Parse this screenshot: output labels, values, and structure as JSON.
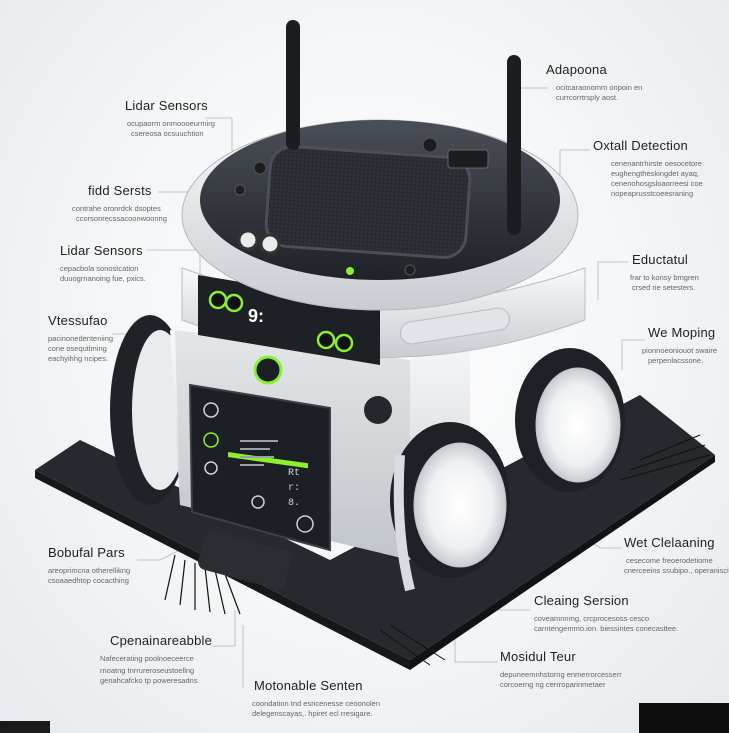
{
  "callouts": {
    "lidar_top": {
      "title": "Lidar Sensors",
      "desc": [
        "ocupaorm onmoooeurmirg",
        "csereosa ocsuuchtion"
      ]
    },
    "fidd": {
      "title": "fidd Sersts",
      "desc": [
        "contrahe oronrdck dsoptes",
        "ccorsonrecssacoonwoonng"
      ]
    },
    "lidar_mid": {
      "title": "Lidar Sensors",
      "desc": [
        "cepacbola sonostcation",
        "duuogrnanoing fue, pxics."
      ]
    },
    "vtessufao": {
      "title": "Vtessufao",
      "desc": [
        "pacinonedenteniing",
        "cone osequtlming",
        "eachyihhg ncipes."
      ]
    },
    "bobufal": {
      "title": "Bobufal Pars",
      "desc": [
        "areoprimcna otherellikng",
        "csoaaedhtop cocacthing"
      ]
    },
    "cpenaina": {
      "title": "Cpenainareabble",
      "desc": [
        "Nafecerating poolnoeceerce",
        "rnoatng tnrrureroseustoellng",
        "genahcafcko tp poweresadns"
      ]
    },
    "motonable": {
      "title": "Motonable Senten",
      "desc": [
        "coondation tnd esncenesse ceoonolen",
        "delegenscayas,. hpiret ecl rresigare."
      ]
    },
    "adapoona": {
      "title": "Adapoona",
      "desc": [
        "ocitcaraonomm onpoin en",
        "currcorrtrsply aost."
      ]
    },
    "oxtall": {
      "title": "Oxtall Detection",
      "desc": [
        "cenenantrhirste oesocetore",
        "eughengtheskingdet ayaq,",
        "cenenohosgsloaorreesi coe",
        "nopeaprusstcoeesraning"
      ]
    },
    "eductatul": {
      "title": "Eductatul",
      "desc": [
        "frar to konsy bmgren",
        "crsed rie setesters."
      ]
    },
    "we_moping": {
      "title": "We Moping",
      "desc": [
        "pionnoeoniouot swaire",
        "perpenlacssone."
      ]
    },
    "wet_cleaning": {
      "title": "Wet Clelaaning",
      "desc": [
        "cesecome freoerodetiome",
        "cnerceeins ssubipo., operaniscit"
      ]
    },
    "cleaing": {
      "title": "Cleaing Sersion",
      "desc": [
        "coveamnnmg, crcprocesoss cesco",
        "carntengemmo.ion. biessintes conecasttee."
      ]
    },
    "mosidul": {
      "title": "Mosidul Teur",
      "desc": [
        "depuneemnhstorng enmerrorcesserr",
        "corcoerng ng cerrroparinmetaer"
      ]
    }
  },
  "device": {
    "display_digit": "9:",
    "panel_labels": [
      "Rt",
      "r:",
      "8."
    ]
  },
  "colors": {
    "accent_green": "#8df02f",
    "body_dark": "#2b2f35",
    "body_light": "#eceef1"
  }
}
